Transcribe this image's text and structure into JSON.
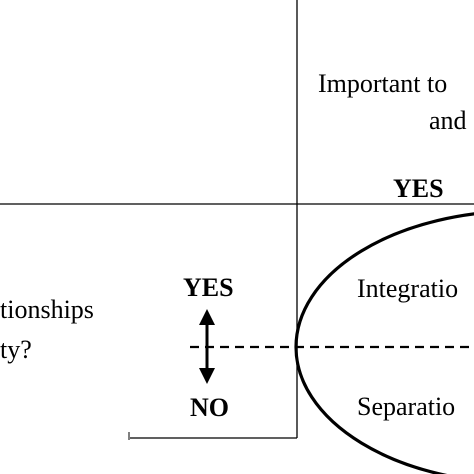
{
  "column_header": {
    "line1": "Important to",
    "line2": "and"
  },
  "column_yes": "YES",
  "row_label": {
    "line1": "tionships",
    "line2": "ty?"
  },
  "axis": {
    "yes": "YES",
    "no": "NO"
  },
  "quadrants": {
    "top": "Integratio",
    "bottom": "Separatio"
  },
  "colors": {
    "line": "#000000",
    "background": "#ffffff"
  }
}
